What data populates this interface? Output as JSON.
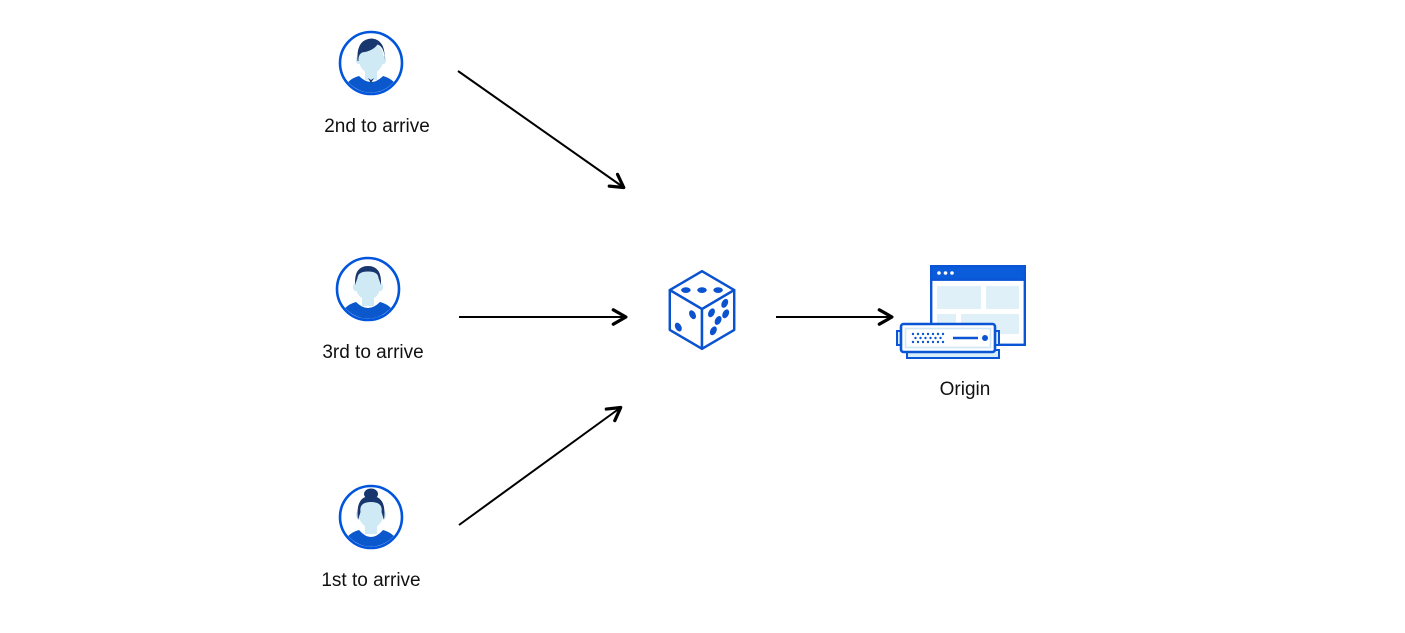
{
  "diagram": {
    "visitors": [
      {
        "label": "2nd to arrive",
        "avatar_icon": "man-swept-hair-avatar-icon"
      },
      {
        "label": "3rd to arrive",
        "avatar_icon": "man-short-hair-avatar-icon"
      },
      {
        "label": "1st to arrive",
        "avatar_icon": "woman-bun-avatar-icon"
      }
    ],
    "center_node": {
      "icon": "dice-icon"
    },
    "origin_node": {
      "label": "Origin",
      "icon": "origin-server-icon"
    },
    "arrow_count": 4
  },
  "colors": {
    "primary_blue": "#0055dc",
    "navy_hair": "#17376e",
    "light_skin_blue": "#cfe9f5",
    "panel_light_blue": "#e0f0f9",
    "server_base_blue": "#d7ecf9",
    "arrow_black": "#000000",
    "background": "#ffffff"
  }
}
